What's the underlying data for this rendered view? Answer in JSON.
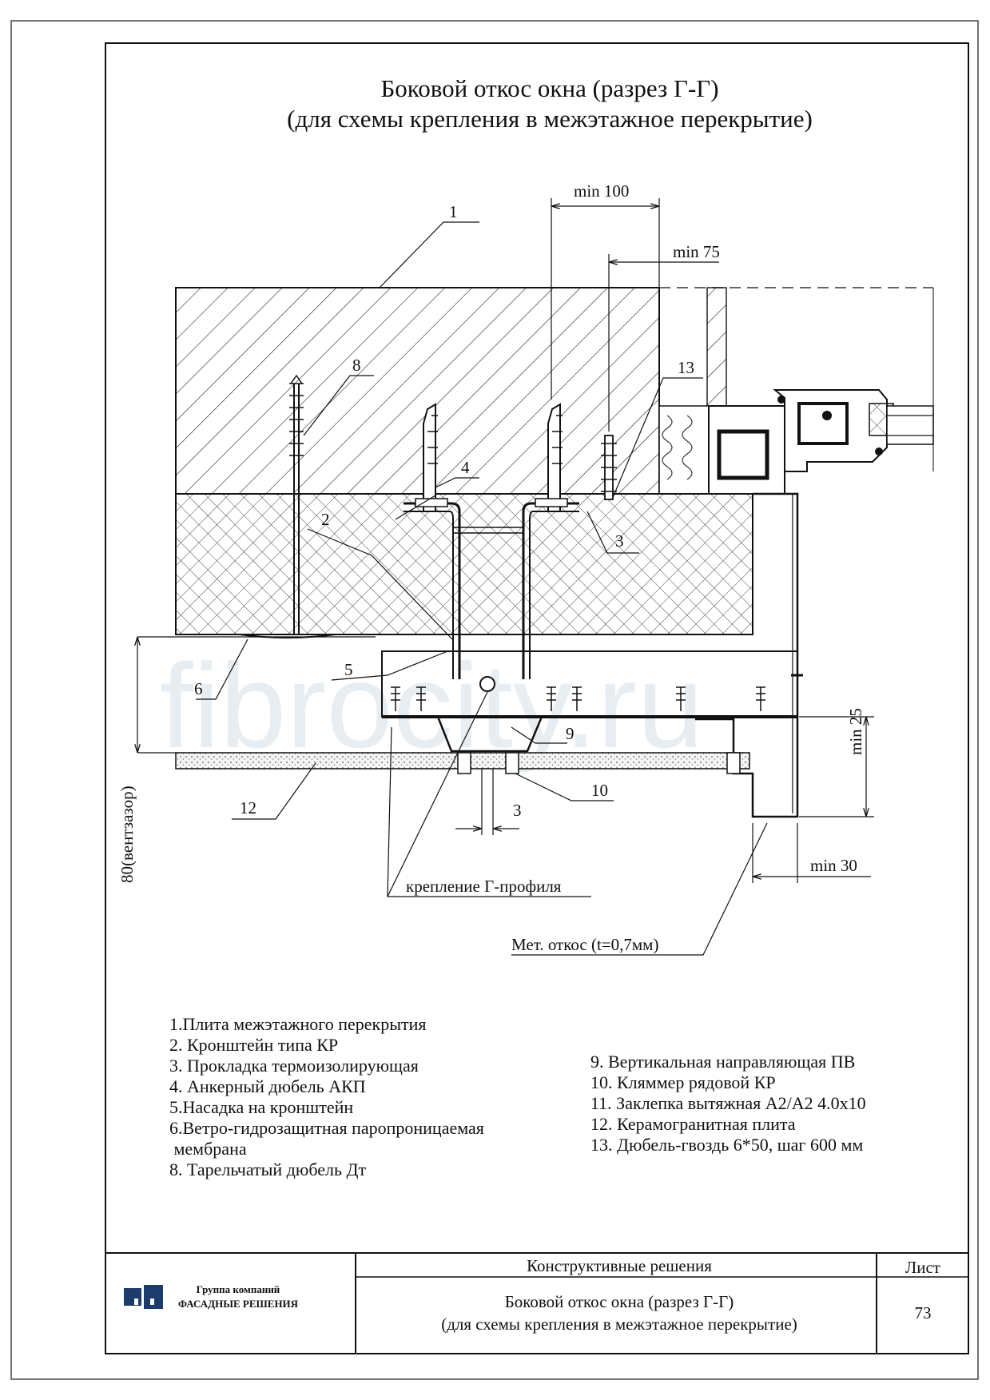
{
  "title": {
    "line1": "Боковой откос окна (разрез Г-Г)",
    "line2": "(для схемы крепления в межэтажное перекрытие)"
  },
  "watermark": "fibrocity.ru",
  "dimensions": {
    "min100": "min 100",
    "min75": "min 75",
    "min25": "min 25",
    "min30": "min 30",
    "gap3": "3",
    "vent": "80(вентзазор)"
  },
  "callouts": {
    "c1": "1",
    "c2": "2",
    "c3": "3",
    "c4": "4",
    "c5": "5",
    "c6": "6",
    "c8": "8",
    "c9": "9",
    "c10": "10",
    "c12": "12",
    "c13": "13",
    "g_profile": "крепление Г-профиля",
    "met_otkos": "Мет. откос (t=0,7мм)"
  },
  "legend": {
    "left": [
      "1.Плита межэтажного перекрытия",
      "2. Кронштейн типа КР",
      "3. Прокладка термоизолирующая",
      "4. Анкерный дюбель АКП",
      "5.Насадка на кронштейн",
      "6.Ветро-гидрозащитная паропроницаемая",
      " мембрана",
      "8. Тарельчатый дюбель Дт"
    ],
    "right": [
      "9. Вертикальная направляющая ПВ",
      "10. Кляммер рядовой КР",
      "11. Заклепка вытяжная А2/А2 4.0х10",
      "12. Керамогранитная плита",
      "13. Дюбель-гвоздь 6*50, шаг 600 мм"
    ]
  },
  "stamp": {
    "company_line1": "Группа компаний",
    "company_line2": "ФАСАДНЫЕ РЕШЕНИЯ",
    "section": "Конструктивные решения",
    "sheet_label": "Лист",
    "title_line1": "Боковой откос окна (разрез Г-Г)",
    "title_line2": "(для схемы крепления в межэтажное перекрытие)",
    "sheet_number": "73"
  }
}
